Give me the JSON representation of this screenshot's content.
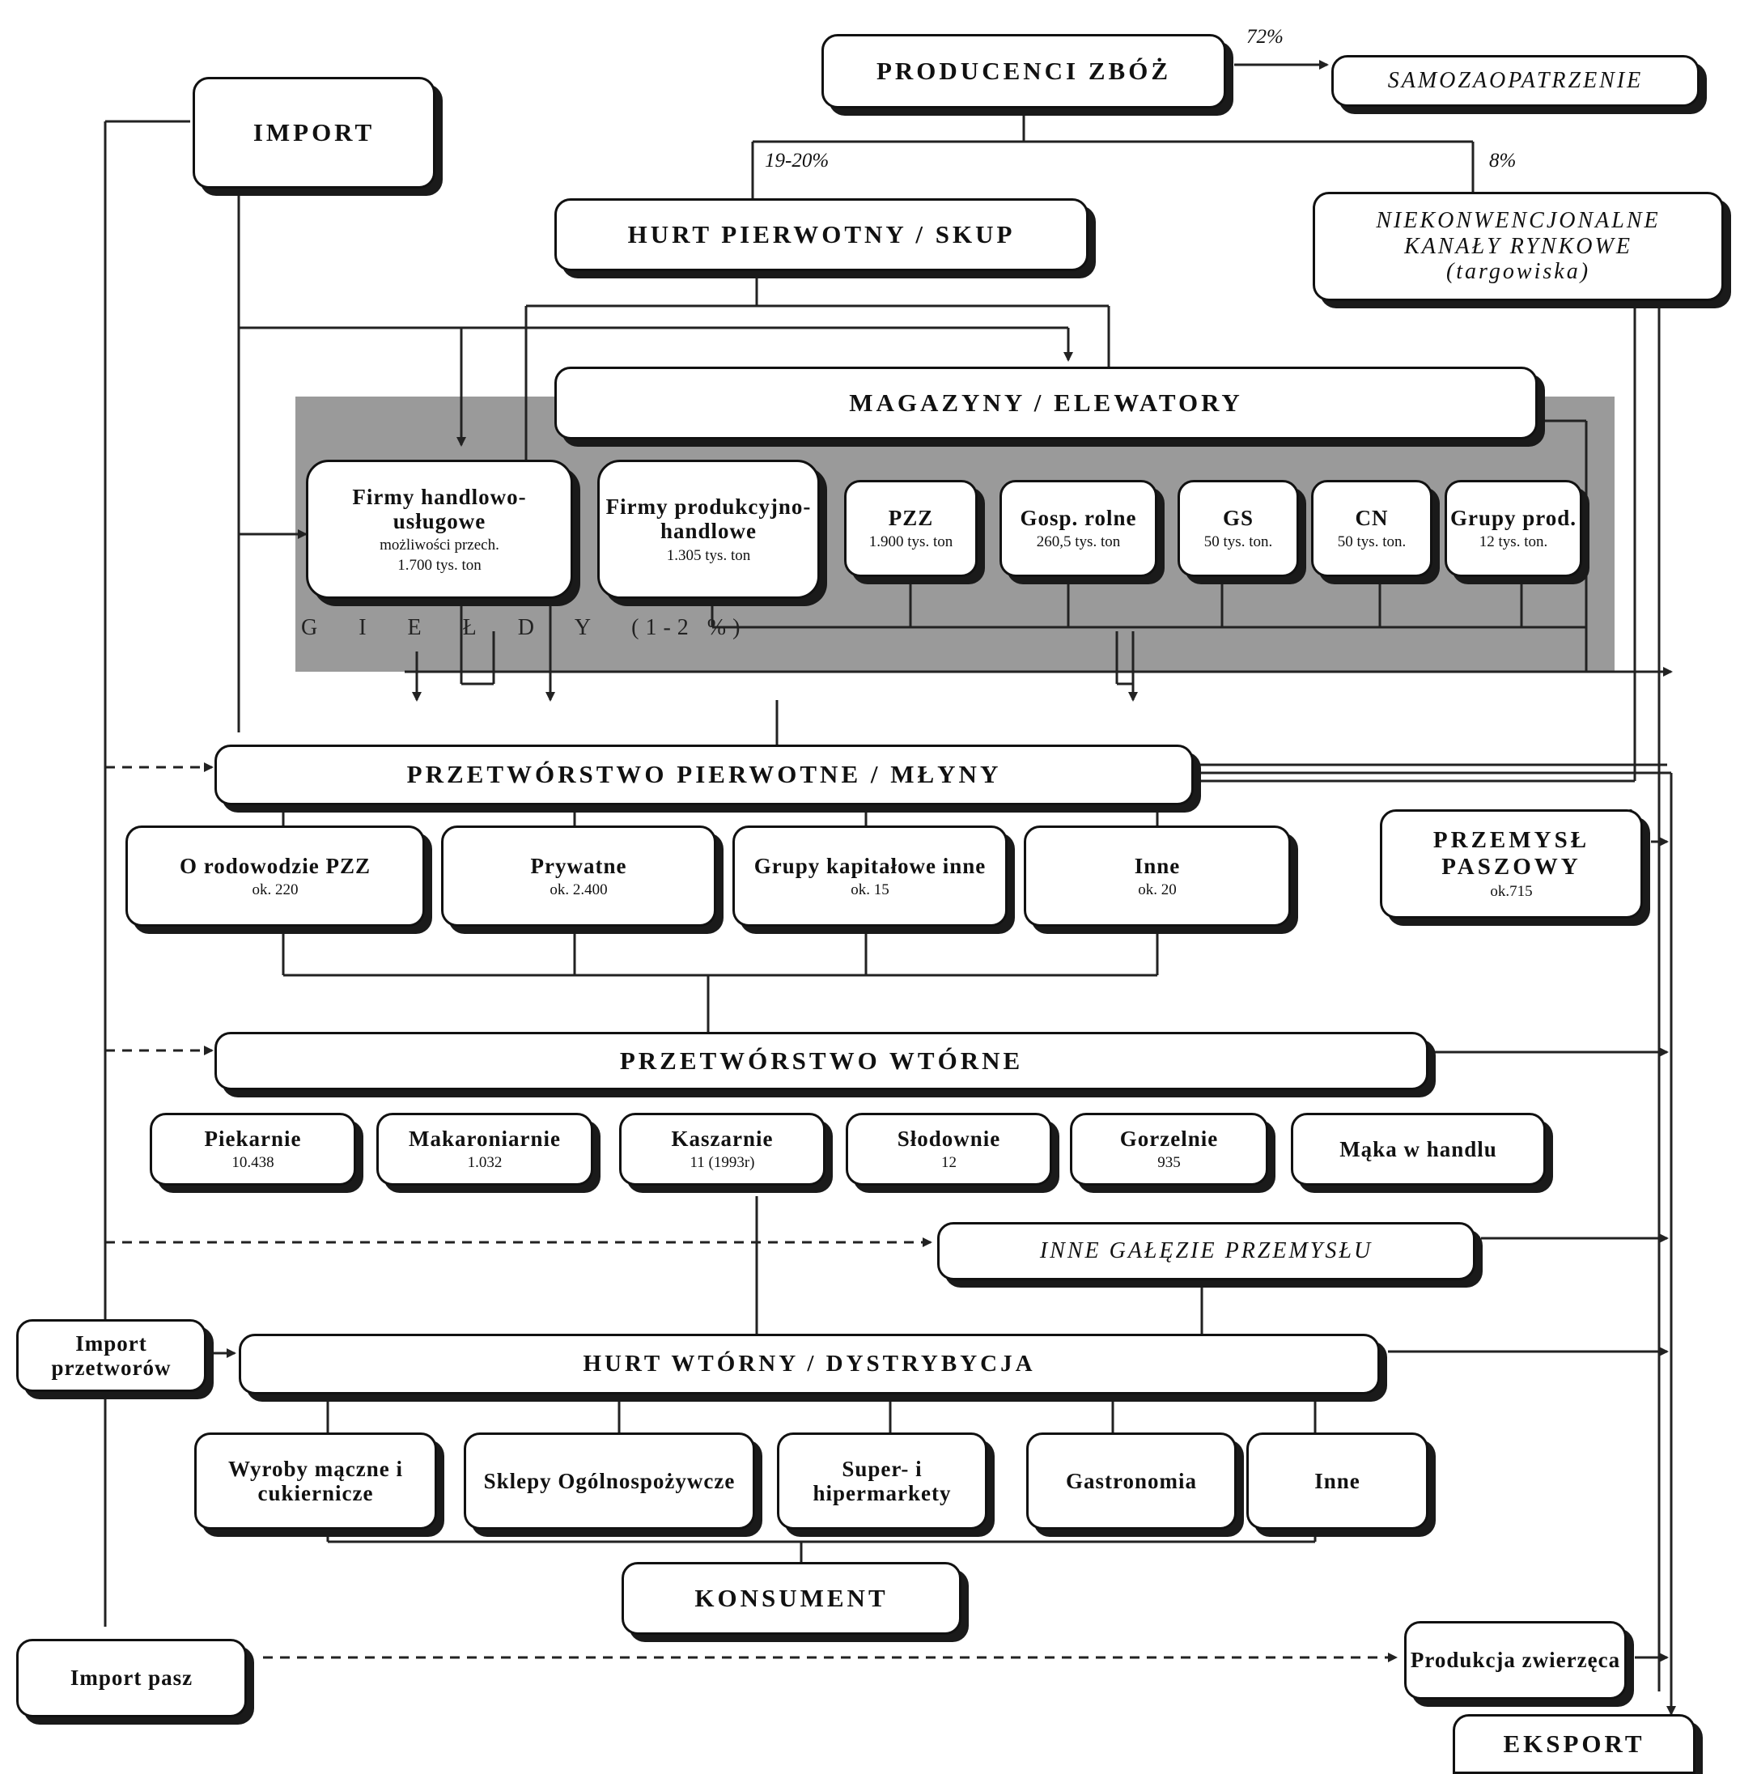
{
  "producenci": "PRODUCENCI ZBÓŻ",
  "samozaopatrzenie": "SAMOZAOPATRZENIE",
  "pct_72": "72%",
  "pct_19_20": "19-20%",
  "pct_8": "8%",
  "import": "IMPORT",
  "hurt_pierwotny": "HURT PIERWOTNY / SKUP",
  "niekonw": {
    "line1": "NIEKONWENCJONALNE",
    "line2": "KANAŁY RYNKOWE",
    "line3": "(targowiska)"
  },
  "magazyny": "MAGAZYNY / ELEWATORY",
  "gieldy": "G I E Ł D Y",
  "gieldy_pct": "(1-2 %)",
  "firms": [
    {
      "name": "Firmy handlowo-usługowe",
      "detail1": "możliwości przech.",
      "detail2": "1.700 tys. ton"
    },
    {
      "name": "Firmy produkcyjno-handlowe",
      "detail1": "1.305 tys. ton",
      "detail2": ""
    },
    {
      "name": "PZZ",
      "detail1": "1.900 tys. ton",
      "detail2": ""
    },
    {
      "name": "Gosp. rolne",
      "detail1": "260,5 tys. ton",
      "detail2": ""
    },
    {
      "name": "GS",
      "detail1": "50 tys. ton.",
      "detail2": ""
    },
    {
      "name": "CN",
      "detail1": "50 tys. ton.",
      "detail2": ""
    },
    {
      "name": "Grupy prod.",
      "detail1": "12 tys. ton.",
      "detail2": ""
    }
  ],
  "przetworstwo_pierwotne": "PRZETWÓRSTWO PIERWOTNE / MŁYNY",
  "mills": [
    {
      "name": "O rodowodzie PZZ",
      "detail": "ok. 220"
    },
    {
      "name": "Prywatne",
      "detail": "ok. 2.400"
    },
    {
      "name": "Grupy kapitałowe inne",
      "detail": "ok. 15"
    },
    {
      "name": "Inne",
      "detail": "ok. 20"
    }
  ],
  "przemysl_paszowy": {
    "line1": "PRZEMYSŁ",
    "line2": "PASZOWY",
    "detail": "ok.715"
  },
  "przetworstwo_wtorne": "PRZETWÓRSTWO WTÓRNE",
  "secondary": [
    {
      "name": "Piekarnie",
      "detail": "10.438"
    },
    {
      "name": "Makaroniarnie",
      "detail": "1.032"
    },
    {
      "name": "Kaszarnie",
      "detail": "11 (1993r)"
    },
    {
      "name": "Słodownie",
      "detail": "12"
    },
    {
      "name": "Gorzelnie",
      "detail": "935"
    },
    {
      "name": "Mąka w handlu",
      "detail": ""
    }
  ],
  "inne_galezie": "INNE GAŁĘZIE PRZEMYSŁU",
  "import_przetworow": "Import przetworów",
  "hurt_wtorny": "HURT WTÓRNY / DYSTRYBYCJA",
  "retail": [
    {
      "name": "Wyroby mączne i cukiernicze"
    },
    {
      "name": "Sklepy Ogólnospożywcze"
    },
    {
      "name": "Super- i hipermarkety"
    },
    {
      "name": "Gastronomia"
    },
    {
      "name": "Inne"
    }
  ],
  "konsument": "KONSUMENT",
  "import_pasz": "Import pasz",
  "produkcja_zwierzeca": "Produkcja zwierzęca",
  "eksport": "EKSPORT"
}
